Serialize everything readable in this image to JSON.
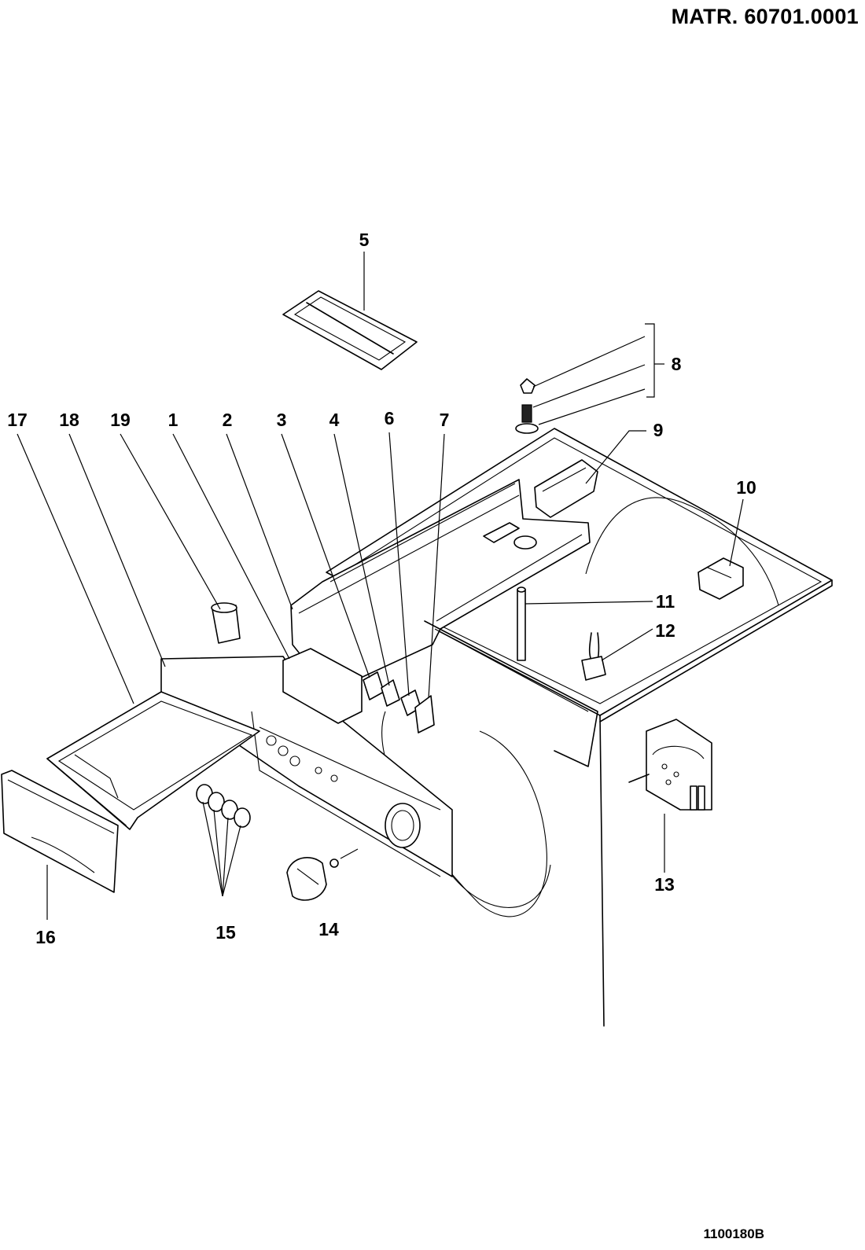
{
  "header": {
    "matr": "MATR. 60701.0001"
  },
  "footer": {
    "drawing_ref": "1100180B"
  },
  "callouts": {
    "c1": "1",
    "c2": "2",
    "c3": "3",
    "c4": "4",
    "c5": "5",
    "c6": "6",
    "c7": "7",
    "c8": "8",
    "c9": "9",
    "c10": "10",
    "c11": "11",
    "c12": "12",
    "c13": "13",
    "c14": "14",
    "c15": "15",
    "c16": "16",
    "c17": "17",
    "c18": "18",
    "c19": "19"
  }
}
